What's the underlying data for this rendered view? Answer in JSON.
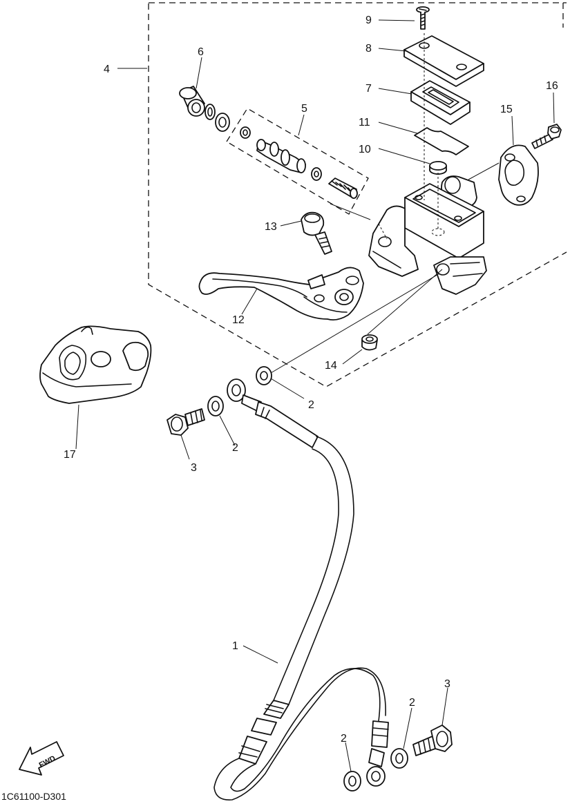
{
  "diagram_code": "1C61100-D301",
  "fwd_label": "FWD",
  "callouts": [
    {
      "key": "c1",
      "label": "1"
    },
    {
      "key": "c2a",
      "label": "2"
    },
    {
      "key": "c2b",
      "label": "2"
    },
    {
      "key": "c2c",
      "label": "2"
    },
    {
      "key": "c2d",
      "label": "2"
    },
    {
      "key": "c3a",
      "label": "3"
    },
    {
      "key": "c3b",
      "label": "3"
    },
    {
      "key": "c4",
      "label": "4"
    },
    {
      "key": "c5",
      "label": "5"
    },
    {
      "key": "c6",
      "label": "6"
    },
    {
      "key": "c7",
      "label": "7"
    },
    {
      "key": "c8",
      "label": "8"
    },
    {
      "key": "c9",
      "label": "9"
    },
    {
      "key": "c10",
      "label": "10"
    },
    {
      "key": "c11",
      "label": "11"
    },
    {
      "key": "c12",
      "label": "12"
    },
    {
      "key": "c13",
      "label": "13"
    },
    {
      "key": "c14",
      "label": "14"
    },
    {
      "key": "c15",
      "label": "15"
    },
    {
      "key": "c16",
      "label": "16"
    },
    {
      "key": "c17",
      "label": "17"
    }
  ]
}
